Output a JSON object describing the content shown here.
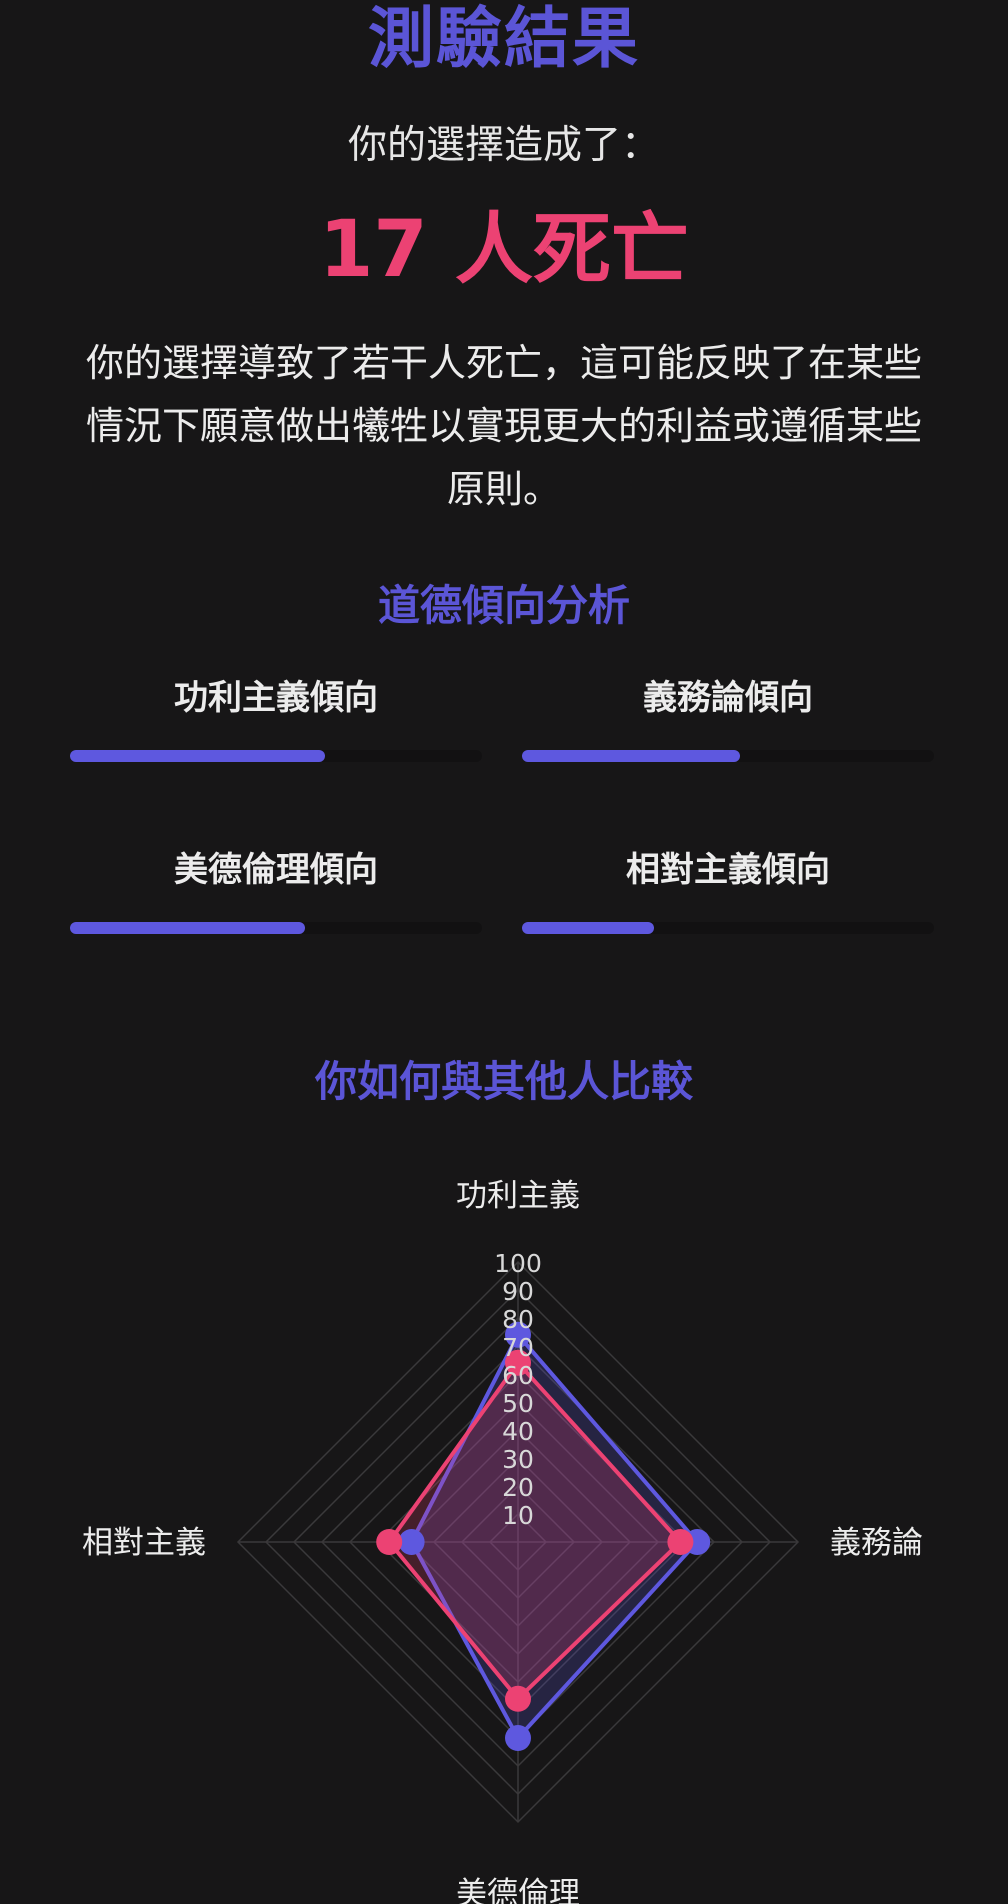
{
  "header": {
    "title": "測驗結果",
    "subtitle": "你的選擇造成了：",
    "result": "17 人死亡",
    "description": "你的選擇導致了若干人死亡，這可能反映了在某些情況下願意做出犧牲以實現更大的利益或遵循某些原則。"
  },
  "analysis": {
    "title": "道德傾向分析",
    "items": [
      {
        "label": "功利主義傾向",
        "value": 0.62
      },
      {
        "label": "義務論傾向",
        "value": 0.53
      },
      {
        "label": "美德倫理傾向",
        "value": 0.57
      },
      {
        "label": "相對主義傾向",
        "value": 0.32
      }
    ]
  },
  "comparison": {
    "title": "你如何與其他人比較"
  },
  "colors": {
    "accent": "#5b55d6",
    "danger": "#ec4273",
    "bar_fill": "#5e58df",
    "background": "#171617"
  },
  "chart_data": {
    "type": "radar",
    "axes": [
      "功利主義",
      "義務論",
      "美德倫理",
      "相對主義"
    ],
    "range": [
      0,
      100
    ],
    "ticks": [
      10,
      20,
      30,
      40,
      50,
      60,
      70,
      80,
      90,
      100
    ],
    "series": [
      {
        "color": "#5e58df",
        "values": [
          74,
          64,
          70,
          38
        ]
      },
      {
        "color": "#ec4273",
        "values": [
          64,
          58,
          56,
          46
        ]
      }
    ]
  }
}
